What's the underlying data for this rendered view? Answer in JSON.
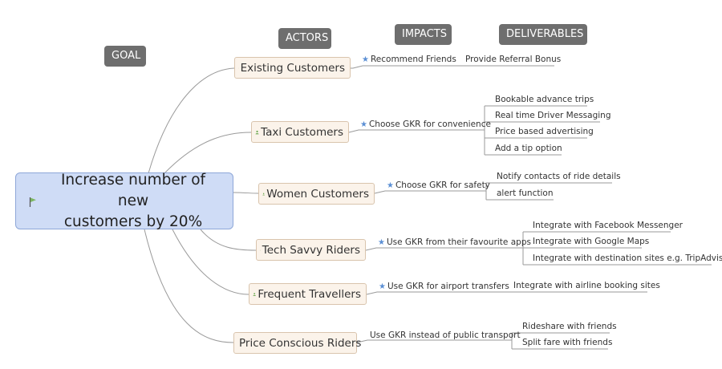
{
  "headers": {
    "goal": "GOAL",
    "actors": "ACTORS",
    "impacts": "IMPACTS",
    "deliverables": "DELIVERABLES"
  },
  "goal": {
    "text_line1": "Increase number of new",
    "text_line2": "customers by 20%",
    "icon": "flag-icon"
  },
  "actors": [
    {
      "label": "Existing Customers",
      "icon": "person-icon",
      "impact": "Recommend Friends",
      "impact_starred": true,
      "deliverables": [
        "Provide Referral Bonus"
      ]
    },
    {
      "label": "Taxi Customers",
      "icon": "person-icon",
      "impact": "Choose GKR for convenience",
      "impact_starred": true,
      "deliverables": [
        "Bookable advance trips",
        "Real time Driver Messaging",
        "Price based advertising",
        "Add a tip option"
      ]
    },
    {
      "label": "Women Customers",
      "icon": "person-icon",
      "impact": "Choose GKR for safety",
      "impact_starred": true,
      "deliverables": [
        "Notify contacts of ride details",
        "alert function"
      ]
    },
    {
      "label": "Tech Savvy Riders",
      "icon": "person-icon",
      "impact": "Use GKR from their favourite apps",
      "impact_starred": true,
      "deliverables": [
        "Integrate with Facebook Messenger",
        "Integrate with Google Maps",
        "Integrate with destination sites e.g. TripAdvisor"
      ]
    },
    {
      "label": "Frequent Travellers",
      "icon": "person-icon",
      "impact": "Use GKR for airport transfers",
      "impact_starred": true,
      "deliverables": [
        "Integrate with airline booking sites"
      ]
    },
    {
      "label": "Price Conscious Riders",
      "icon": "",
      "impact": "Use GKR instead of public transport",
      "impact_starred": false,
      "deliverables": [
        "Rideshare with friends",
        "Split fare with friends"
      ]
    }
  ],
  "colors": {
    "goal_fill": "#cfdcf6",
    "actor_fill": "#fbf3ea",
    "header_fill": "#6e6e6e",
    "person_icon": "#6aa84f",
    "star": "#5b8fd4",
    "flag": "#7bb661"
  }
}
